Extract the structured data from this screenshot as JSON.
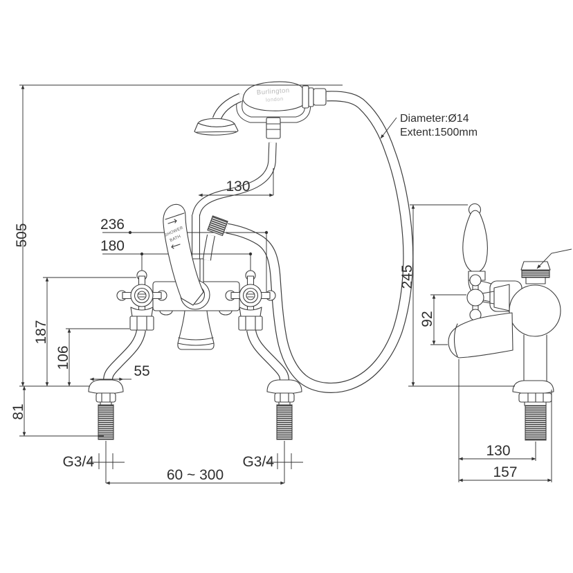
{
  "drawing": {
    "type": "technical-dimension-drawing",
    "product": "bath shower mixer with crosshead handles, diverter lever and shower handset",
    "colors": {
      "line": "#3c3c3c",
      "dimension": "#333333",
      "faint_text": "#b8b8b8",
      "background": "#ffffff"
    },
    "front": {
      "dim_overall_height": "505",
      "dim_depth_overall": "236",
      "dim_handle_centres": "180",
      "dim_handle_height": "187",
      "dim_spout_height": "106",
      "dim_below_deck": "81",
      "dim_flange_width": "55",
      "dim_riser_offset": "130",
      "dim_thread_left": "G3/4",
      "dim_thread_right": "G3/4",
      "dim_inlet_centres": "60 ~ 300"
    },
    "side": {
      "dim_lever_height": "245",
      "dim_handle_to_spout": "92",
      "dim_tail_offset": "130",
      "dim_depth": "157"
    },
    "hose_note": {
      "diameter": "Diameter:Ø14",
      "extent": "Extent:1500mm"
    },
    "handset_brand": {
      "name": "Burlington",
      "city": "london"
    },
    "lever": {
      "label_top": "SHOWER",
      "label_bottom": "BATH"
    }
  }
}
